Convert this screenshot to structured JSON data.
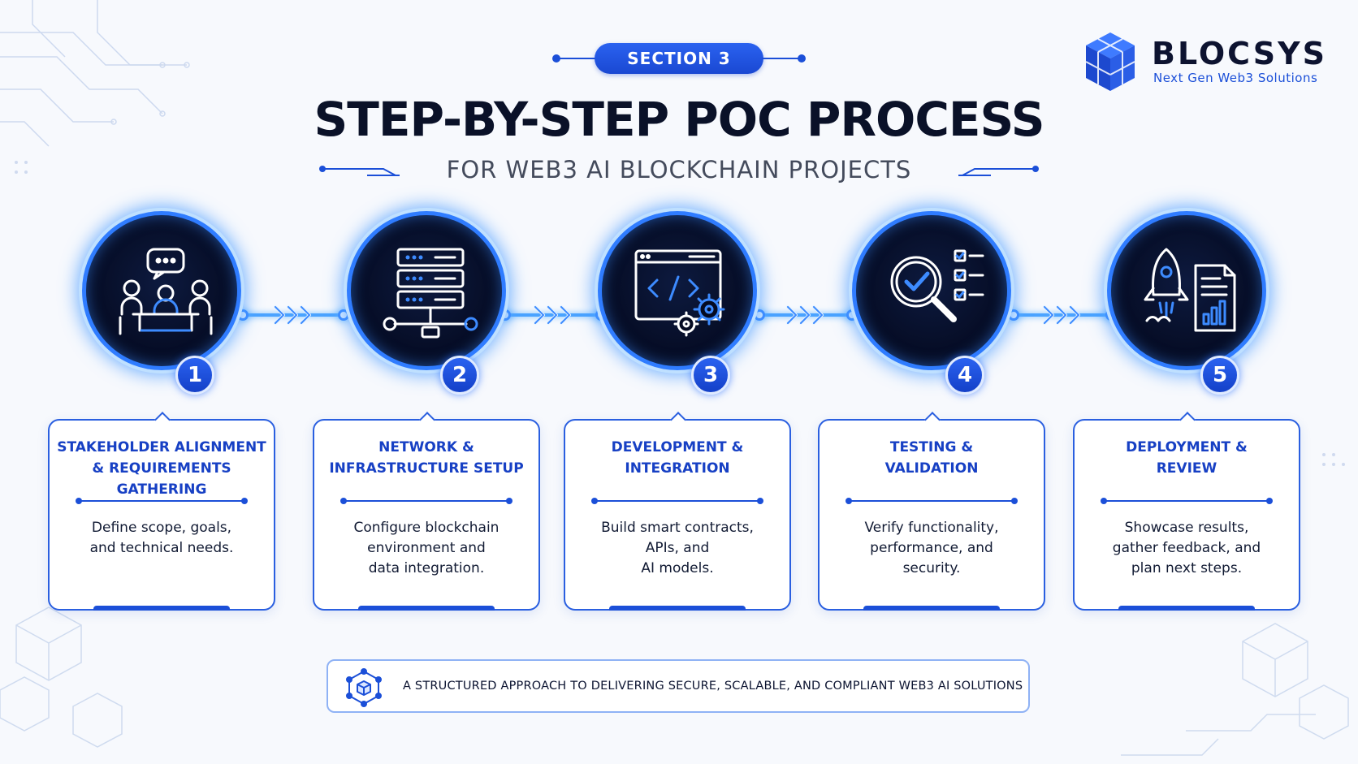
{
  "header": {
    "section_label": "SECTION 3",
    "title": "STEP-BY-STEP POC PROCESS",
    "subtitle": "FOR WEB3 AI BLOCKCHAIN PROJECTS"
  },
  "brand": {
    "name": "BLOCSYS",
    "tagline": "Next Gen Web3 Solutions",
    "icon": "cube-logo-icon"
  },
  "colors": {
    "accent": "#1b4fd8",
    "glow": "#4aa3ff",
    "circle_fill": "#050b22",
    "title": "#0a1128"
  },
  "steps": [
    {
      "number": "1",
      "title": "STAKEHOLDER ALIGNMENT\n& REQUIREMENTS GATHERING",
      "description": "Define scope, goals,\nand technical needs.",
      "icon": "meeting-icon"
    },
    {
      "number": "2",
      "title": "NETWORK &\nINFRASTRUCTURE SETUP",
      "description": "Configure blockchain\nenvironment and\ndata integration.",
      "icon": "server-network-icon"
    },
    {
      "number": "3",
      "title": "DEVELOPMENT &\nINTEGRATION",
      "description": "Build smart contracts,\nAPIs, and\nAI models.",
      "icon": "code-gears-icon"
    },
    {
      "number": "4",
      "title": "TESTING &\nVALIDATION",
      "description": "Verify functionality,\nperformance, and\nsecurity.",
      "icon": "magnifier-checklist-icon"
    },
    {
      "number": "5",
      "title": "DEPLOYMENT &\nREVIEW",
      "description": "Showcase results,\ngather feedback, and\nplan next steps.",
      "icon": "rocket-report-icon"
    }
  ],
  "footer": {
    "text": "A STRUCTURED APPROACH TO DELIVERING SECURE, SCALABLE, AND COMPLIANT WEB3 AI SOLUTIONS",
    "icon": "blockchain-cube-network-icon"
  }
}
